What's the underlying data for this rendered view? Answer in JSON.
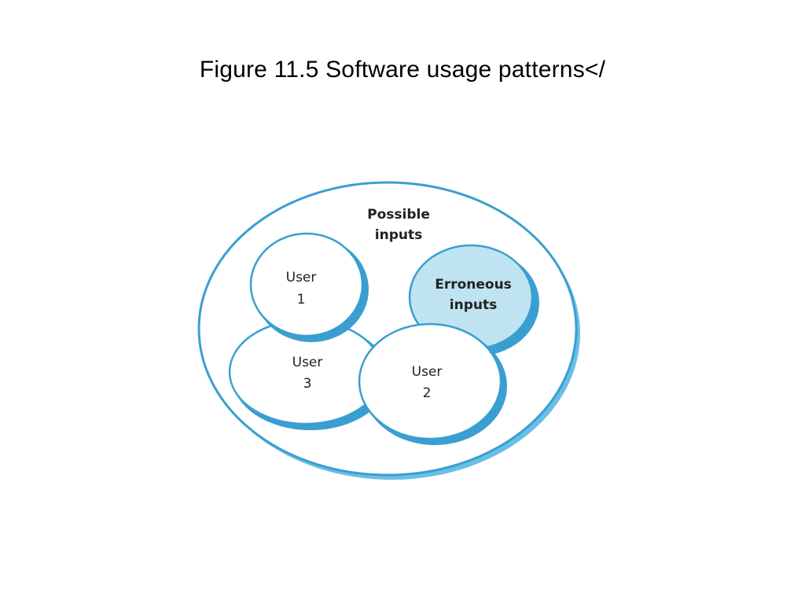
{
  "slide": {
    "title": "Figure 11.5  Software usage patterns</"
  },
  "diagram": {
    "colors": {
      "outline": "#3a9fd0",
      "shadow": "#5bb7e3",
      "fill": "#ffffff",
      "erroneous_fill": "#bfe3f0"
    },
    "possible_inputs": {
      "line1": "Possible",
      "line2": "inputs"
    },
    "erroneous_inputs": {
      "line1": "Erroneous",
      "line2": "inputs"
    },
    "user1": {
      "line1": "User",
      "line2": "1"
    },
    "user2": {
      "line1": "User",
      "line2": "2"
    },
    "user3": {
      "line1": "User",
      "line2": "3"
    }
  }
}
